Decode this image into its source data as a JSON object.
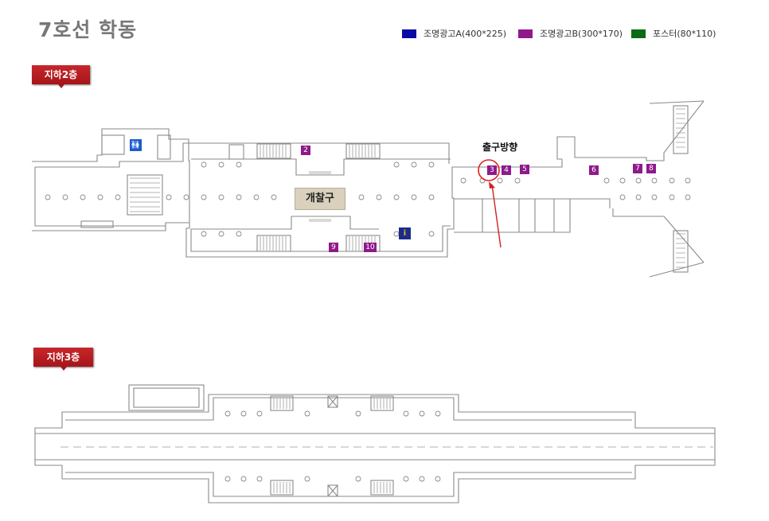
{
  "title": "7호선 학동",
  "legend": [
    {
      "label": "조명광고A(400*225)",
      "color": "#0a0aa6"
    },
    {
      "label": "조명광고B(300*170)",
      "color": "#8e1a8c"
    },
    {
      "label": "포스터(80*110)",
      "color": "#0b6a14"
    }
  ],
  "floors": {
    "b2": {
      "label": "지하2층"
    },
    "b3": {
      "label": "지하3층"
    }
  },
  "gate_label": "개찰구",
  "exit_label": "출구방향",
  "ad_spots": [
    "2",
    "3",
    "4",
    "5",
    "6",
    "7",
    "8",
    "9",
    "10"
  ],
  "highlight": {
    "spot": "3",
    "color": "#e02020"
  },
  "icons": {
    "restroom": "restroom-icon",
    "info": "info-booth-icon"
  }
}
